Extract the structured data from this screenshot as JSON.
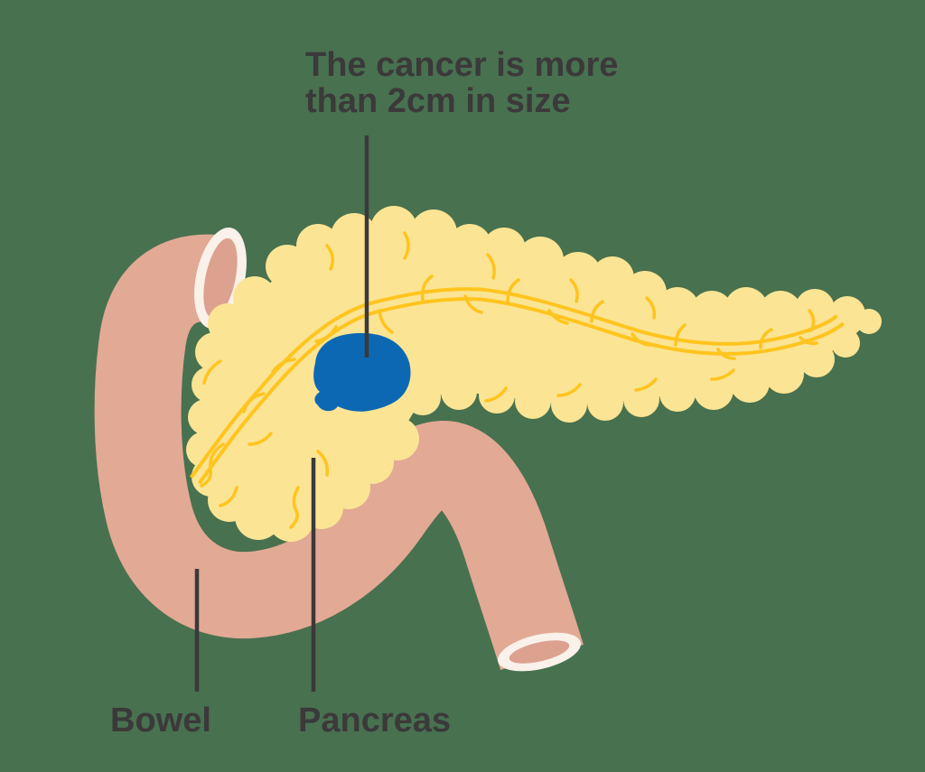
{
  "diagram": {
    "title": {
      "line1": "The cancer is more",
      "line2": "than 2cm in size"
    },
    "labels": {
      "bowel": "Bowel",
      "pancreas": "Pancreas"
    },
    "colors": {
      "background": "#48714F",
      "bowel": "#E2A994",
      "bowel_lumen": "#DCA28F",
      "opening_ring": "#F9F1EA",
      "pancreas": "#FBE493",
      "duct": "#FFC41E",
      "tumor": "#0D68B4",
      "text": "#3B3939",
      "leader_line": "#3B3939"
    }
  }
}
